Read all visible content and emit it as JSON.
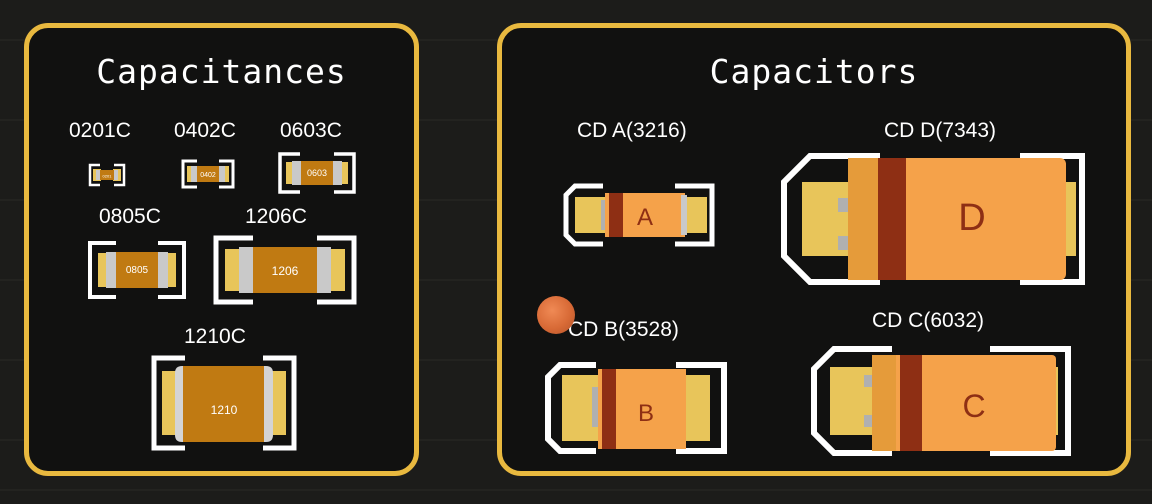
{
  "panels": {
    "capacitances": {
      "title": "Capacitances",
      "parts": [
        {
          "label": "0201C",
          "marking": "0201"
        },
        {
          "label": "0402C",
          "marking": "0402"
        },
        {
          "label": "0603C",
          "marking": "0603"
        },
        {
          "label": "0805C",
          "marking": "0805"
        },
        {
          "label": "1206C",
          "marking": "1206"
        },
        {
          "label": "1210C",
          "marking": "1210"
        }
      ]
    },
    "capacitors": {
      "title": "Capacitors",
      "parts": [
        {
          "label": "CD A(3216)",
          "marking": "A"
        },
        {
          "label": "CD D(7343)",
          "marking": "D"
        },
        {
          "label": "CD B(3528)",
          "marking": "B"
        },
        {
          "label": "CD C(6032)",
          "marking": "C"
        }
      ]
    }
  },
  "colors": {
    "panel_border": "#e9b93f",
    "ceramic_body": "#c07a12",
    "tantalum_body": "#f5a24a",
    "tantalum_band": "#8e2f14",
    "pad": "#e8c55a"
  }
}
